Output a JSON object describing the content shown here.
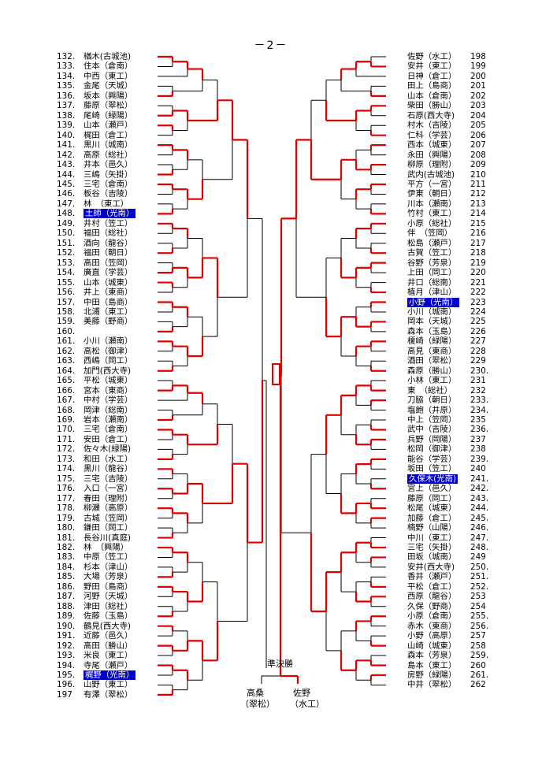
{
  "page_title": "－2－",
  "highlight_color": "#0000cc",
  "line_color_red": "#e00000",
  "left": [
    {
      "seed": "132.",
      "name": "楢木(古城池)"
    },
    {
      "seed": "133.",
      "name": "住本（倉南）"
    },
    {
      "seed": "134.",
      "name": "中西（東工）"
    },
    {
      "seed": "135.",
      "name": "金尾（天城）"
    },
    {
      "seed": "136.",
      "name": "坂本（興陽）"
    },
    {
      "seed": "137.",
      "name": "藤原（翠松）"
    },
    {
      "seed": "138.",
      "name": "尾崎（緑陽）"
    },
    {
      "seed": "139.",
      "name": "山本（瀬戸）"
    },
    {
      "seed": "140.",
      "name": "梶田（倉工）"
    },
    {
      "seed": "141.",
      "name": "黒川（城南）"
    },
    {
      "seed": "142.",
      "name": "高原（総社）"
    },
    {
      "seed": "143.",
      "name": "井本（邑久）"
    },
    {
      "seed": "144.",
      "name": "三嶋（矢掛）"
    },
    {
      "seed": "145.",
      "name": "三宅（倉南）"
    },
    {
      "seed": "146.",
      "name": "板谷（吉陵）"
    },
    {
      "seed": "147.",
      "name": "林　（東工）"
    },
    {
      "seed": "148.",
      "name": "土師（光南）",
      "highlight": true
    },
    {
      "seed": "149.",
      "name": "井村（笠工）"
    },
    {
      "seed": "150.",
      "name": "福田（総社）"
    },
    {
      "seed": "151.",
      "name": "酒向（龍谷）"
    },
    {
      "seed": "152.",
      "name": "福田（朝日）"
    },
    {
      "seed": "153.",
      "name": "高田（笠岡）"
    },
    {
      "seed": "154.",
      "name": "廣直（学芸）"
    },
    {
      "seed": "155.",
      "name": "山本（城東）"
    },
    {
      "seed": "156.",
      "name": "井上（東商）"
    },
    {
      "seed": "157.",
      "name": "中田（島商）"
    },
    {
      "seed": "158.",
      "name": "北浦（東工）"
    },
    {
      "seed": "159.",
      "name": "美藤（野商）"
    },
    {
      "seed": "160.",
      "name": ""
    },
    {
      "seed": "161.",
      "name": "小川（瀬南）"
    },
    {
      "seed": "162.",
      "name": "高松（御津）"
    },
    {
      "seed": "163.",
      "name": "西嶋（岡工）"
    },
    {
      "seed": "164.",
      "name": "加門(西大寺)"
    },
    {
      "seed": "165.",
      "name": "平松（城東）"
    },
    {
      "seed": "166.",
      "name": "宮本（東商）"
    },
    {
      "seed": "167.",
      "name": "中村（学芸）"
    },
    {
      "seed": "168.",
      "name": "岡津（総南）"
    },
    {
      "seed": "169.",
      "name": "岩本（瀬南）"
    },
    {
      "seed": "170.",
      "name": "三宅（倉南）"
    },
    {
      "seed": "171.",
      "name": "安田（倉工）"
    },
    {
      "seed": "172.",
      "name": "佐々木(緑陽)"
    },
    {
      "seed": "173.",
      "name": "和田（水工）"
    },
    {
      "seed": "174.",
      "name": "黒川（龍谷）"
    },
    {
      "seed": "175.",
      "name": "三宅（吉陵）"
    },
    {
      "seed": "176.",
      "name": "入口（一宮）"
    },
    {
      "seed": "177.",
      "name": "春田（理附）"
    },
    {
      "seed": "178.",
      "name": "柳瀬（高原）"
    },
    {
      "seed": "179.",
      "name": "古城（笠岡）"
    },
    {
      "seed": "180.",
      "name": "鎌田（岡工）"
    },
    {
      "seed": "181.",
      "name": "長谷川(真庭)"
    },
    {
      "seed": "182.",
      "name": "林　（興陽）"
    },
    {
      "seed": "183.",
      "name": "中原（笠工）"
    },
    {
      "seed": "184.",
      "name": "杉本（津山）"
    },
    {
      "seed": "185.",
      "name": "大場（芳泉）"
    },
    {
      "seed": "186.",
      "name": "野田（島商）"
    },
    {
      "seed": "187.",
      "name": "河野（天城）"
    },
    {
      "seed": "188.",
      "name": "津田（総社）"
    },
    {
      "seed": "189.",
      "name": "佐藤（玉島）"
    },
    {
      "seed": "190.",
      "name": "鶴見(西大寺)"
    },
    {
      "seed": "191.",
      "name": "近藤（邑久）"
    },
    {
      "seed": "192.",
      "name": "高田（勝山）"
    },
    {
      "seed": "193.",
      "name": "米良（東工）"
    },
    {
      "seed": "194.",
      "name": "寺尾（瀬戸）"
    },
    {
      "seed": "195.",
      "name": "梶野（光南）",
      "highlight": true
    },
    {
      "seed": "196.",
      "name": "山野（東工）"
    },
    {
      "seed": "197",
      "name": "有澤（翠松）"
    }
  ],
  "right": [
    {
      "seed": "198",
      "name": "佐野（水工）"
    },
    {
      "seed": "199",
      "name": "安井（東工）"
    },
    {
      "seed": "200",
      "name": "日神（倉工）"
    },
    {
      "seed": "201",
      "name": "田上（島商）"
    },
    {
      "seed": "202",
      "name": "山本（倉南）"
    },
    {
      "seed": "203",
      "name": "柴田（勝山）"
    },
    {
      "seed": "204",
      "name": "石原(西大寺)"
    },
    {
      "seed": "205",
      "name": "村木（吉陵）"
    },
    {
      "seed": "206",
      "name": "仁科（学芸）"
    },
    {
      "seed": "207",
      "name": "西本（城東）"
    },
    {
      "seed": "208",
      "name": "永田（興陽）"
    },
    {
      "seed": "209",
      "name": "柳原（理附）"
    },
    {
      "seed": "210",
      "name": "武内(古城池)"
    },
    {
      "seed": "211",
      "name": "平方（一宮）"
    },
    {
      "seed": "212",
      "name": "伊東（朝日）"
    },
    {
      "seed": "213",
      "name": "川本（瀬南）"
    },
    {
      "seed": "214",
      "name": "竹村（東工）"
    },
    {
      "seed": "215",
      "name": "小原（総社）"
    },
    {
      "seed": "216",
      "name": "伴　（笠岡）"
    },
    {
      "seed": "217",
      "name": "松島（瀬戸）"
    },
    {
      "seed": "218",
      "name": "古賀（笠工）"
    },
    {
      "seed": "219",
      "name": "谷野（芳泉）"
    },
    {
      "seed": "220",
      "name": "上田（岡工）"
    },
    {
      "seed": "221",
      "name": "井口（総南）"
    },
    {
      "seed": "222",
      "name": "植月（津山）"
    },
    {
      "seed": "223",
      "name": "小野（光南）",
      "highlight": true
    },
    {
      "seed": "224",
      "name": "小川（城南）"
    },
    {
      "seed": "225",
      "name": "岡本（天城）"
    },
    {
      "seed": "226",
      "name": "森本（玉島）"
    },
    {
      "seed": "227",
      "name": "榎崎（緑陽）"
    },
    {
      "seed": "228",
      "name": "高見（東商）"
    },
    {
      "seed": "229",
      "name": "酒田（翠松）"
    },
    {
      "seed": "230.",
      "name": "森原（勝山）"
    },
    {
      "seed": "231",
      "name": "小林（東工）"
    },
    {
      "seed": "232",
      "name": "東　（総社）"
    },
    {
      "seed": "233.",
      "name": "刀脇（朝日）"
    },
    {
      "seed": "234.",
      "name": "塩飽（井原）"
    },
    {
      "seed": "235",
      "name": "中上（笠岡）"
    },
    {
      "seed": "236.",
      "name": "武中（吉陵）"
    },
    {
      "seed": "237",
      "name": "兵野（岡陽）"
    },
    {
      "seed": "238",
      "name": "松岡（御津）"
    },
    {
      "seed": "239.",
      "name": "能谷（学芸）"
    },
    {
      "seed": "240",
      "name": "坂田（笠工）"
    },
    {
      "seed": "241.",
      "name": "久保木(光南)",
      "highlight": true
    },
    {
      "seed": "242.",
      "name": "宮上（邑久）"
    },
    {
      "seed": "243.",
      "name": "藤原（岡工）"
    },
    {
      "seed": "244.",
      "name": "松尾（城東）"
    },
    {
      "seed": "245.",
      "name": "加藤（倉工）"
    },
    {
      "seed": "246.",
      "name": "楠野（山陽）"
    },
    {
      "seed": "247.",
      "name": "中川（東工）"
    },
    {
      "seed": "248.",
      "name": "三宅（矢掛）"
    },
    {
      "seed": "249",
      "name": "田坂（城南）"
    },
    {
      "seed": "250.",
      "name": "安井(西大寺)"
    },
    {
      "seed": "251.",
      "name": "香井（瀬戸）"
    },
    {
      "seed": "252.",
      "name": "平松（倉工）"
    },
    {
      "seed": "253",
      "name": "西原（龍谷）"
    },
    {
      "seed": "254",
      "name": "久保（野商）"
    },
    {
      "seed": "255.",
      "name": "小原（倉南）"
    },
    {
      "seed": "256.",
      "name": "赤木（東商）"
    },
    {
      "seed": "257",
      "name": "小野（高原）"
    },
    {
      "seed": "258",
      "name": "山崎（城東）"
    },
    {
      "seed": "259.",
      "name": "森本（芳泉）"
    },
    {
      "seed": "260",
      "name": "島本（東工）"
    },
    {
      "seed": "261.",
      "name": "房野（緑陽）"
    },
    {
      "seed": "262",
      "name": "中井（翠松）"
    }
  ],
  "final": {
    "label": "準決勝",
    "left_name": "高桑",
    "left_school": "（翠松）",
    "right_name": "佐野",
    "right_school": "（水工）"
  }
}
